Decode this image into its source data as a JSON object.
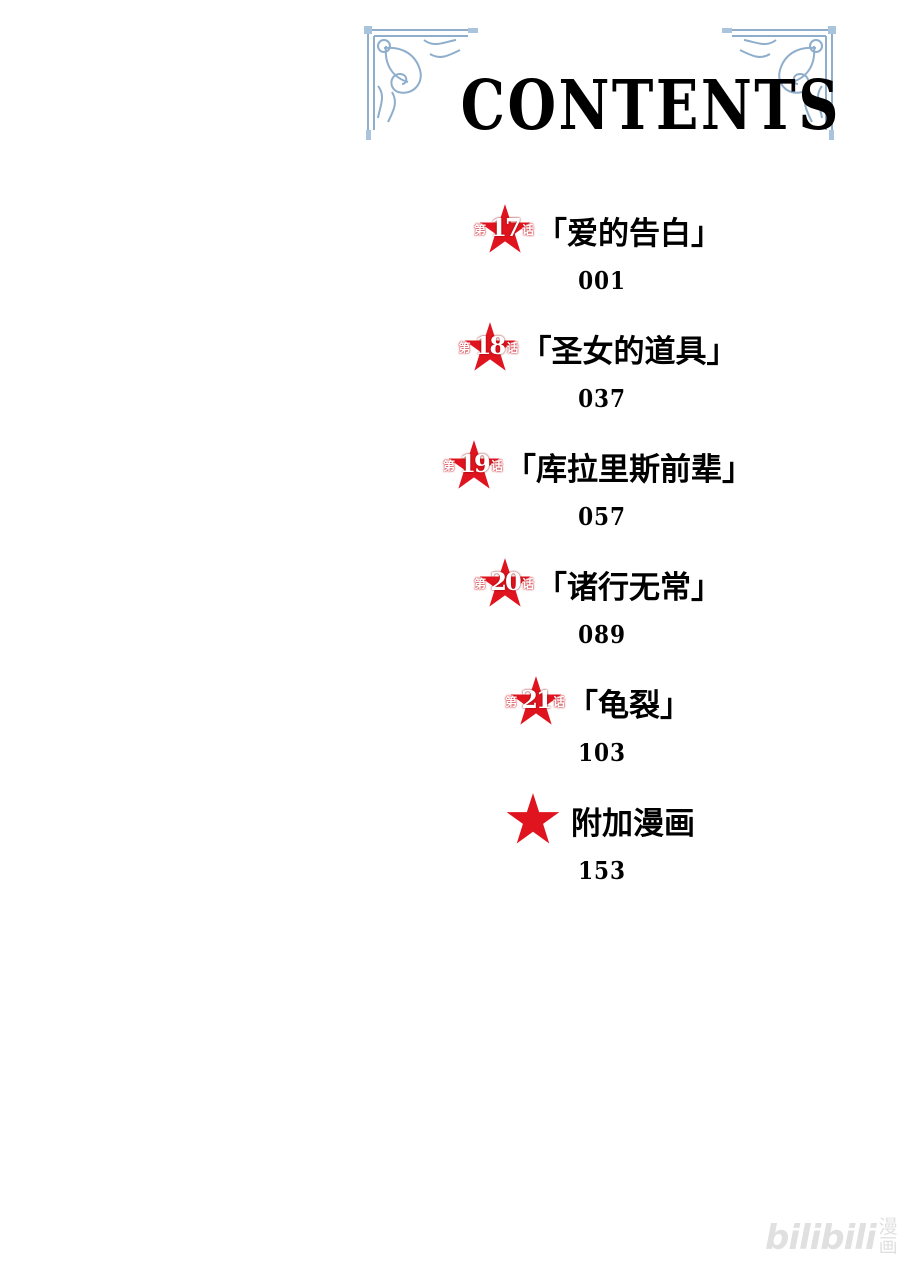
{
  "heading": "CONTENTS",
  "entries": [
    {
      "pre": "第",
      "num": "17",
      "post": "话",
      "title": "「爱的告白」",
      "page": "001"
    },
    {
      "pre": "第",
      "num": "18",
      "post": "话",
      "title": "「圣女的道具」",
      "page": "037"
    },
    {
      "pre": "第",
      "num": "19",
      "post": "话",
      "title": "「库拉里斯前辈」",
      "page": "057"
    },
    {
      "pre": "第",
      "num": "20",
      "post": "话",
      "title": "「诸行无常」",
      "page": "089"
    },
    {
      "pre": "第",
      "num": "21",
      "post": "话",
      "title": "「龟裂」",
      "page": "103"
    },
    {
      "title": "附加漫画",
      "page": "153"
    }
  ],
  "watermark": {
    "brand": "bilibili",
    "sub1": "漫",
    "sub2": "画"
  },
  "colors": {
    "star": "#e0141e",
    "ornament": "#a9c4dc"
  },
  "icons": {
    "ornament": "corner-ornament-icon",
    "star": "star-icon"
  }
}
